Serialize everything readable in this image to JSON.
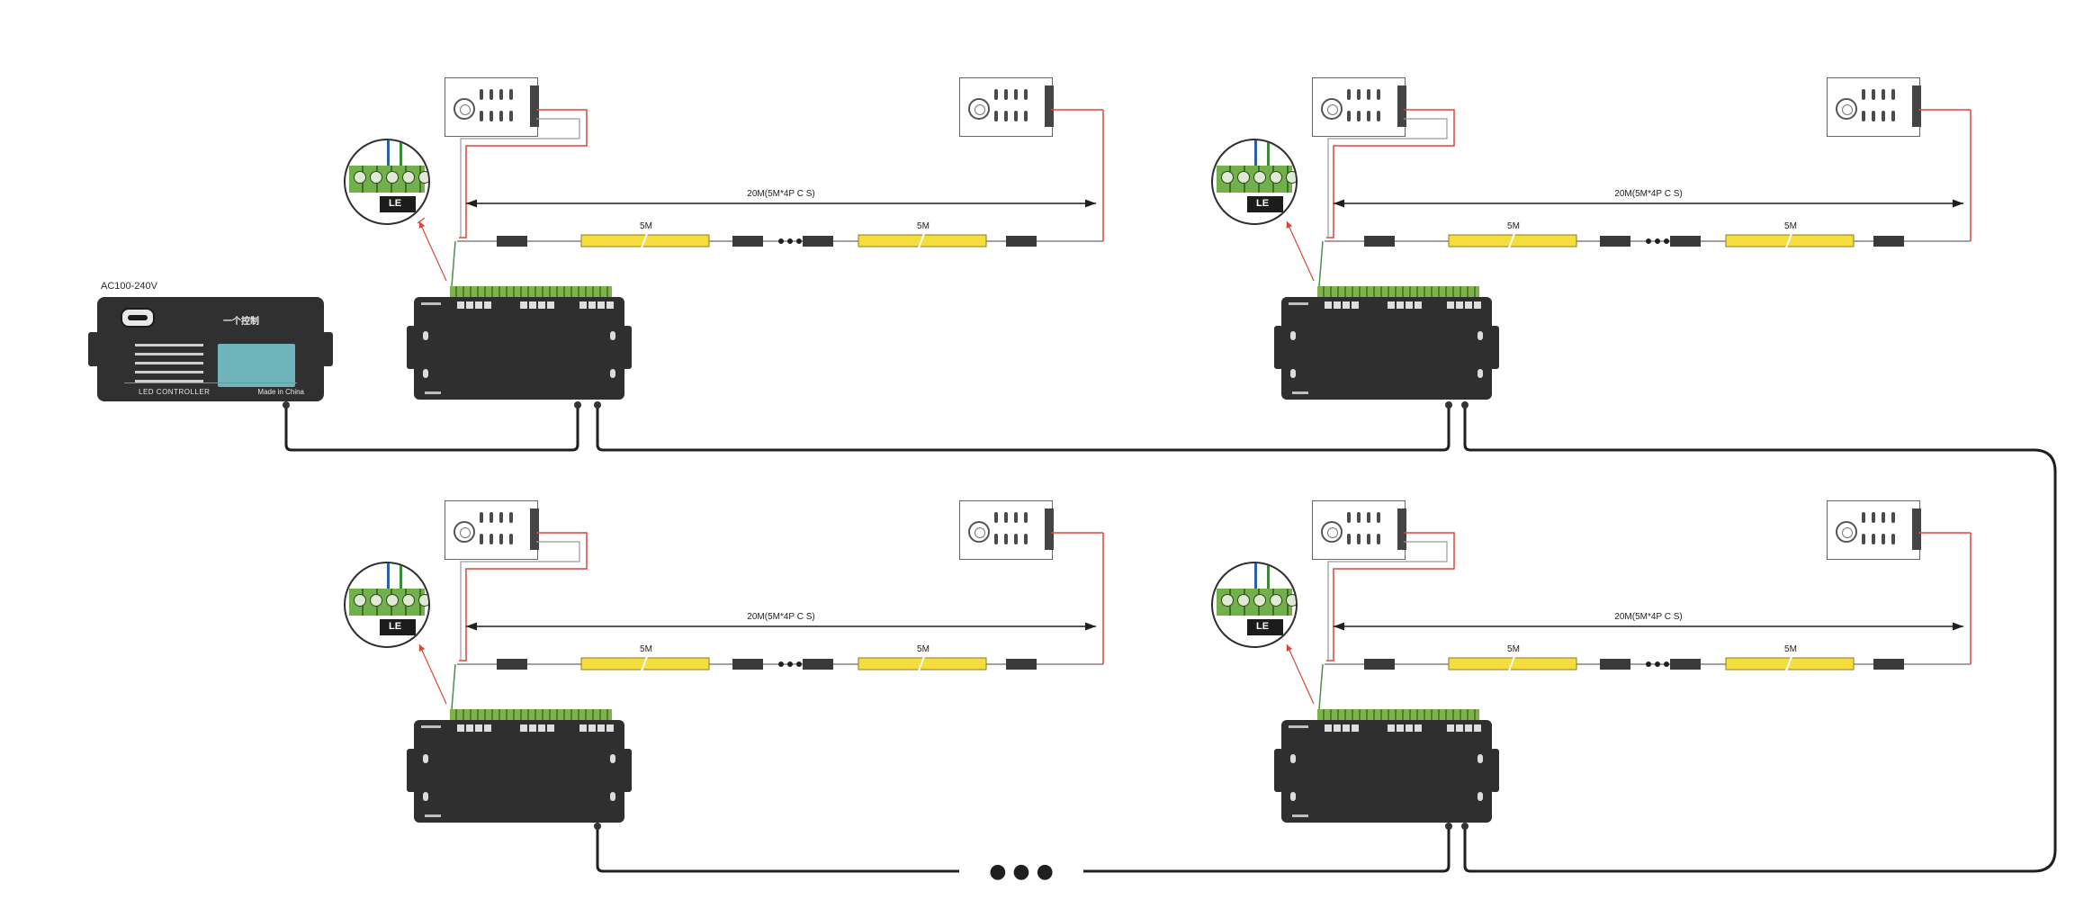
{
  "diagram": {
    "controller": {
      "voltage_label": "AC100-240V",
      "brand_text": "一个控制",
      "footer_left": "LED CONTROLLER",
      "footer_right": "Made in China"
    },
    "strip_length_label": "20M(5M*4P C S)",
    "segment_label": "5M",
    "magnifier_badge": "LE",
    "ellipsis": "● ● ●"
  },
  "colors": {
    "strip": "#f4dd3c",
    "device_body": "#303030",
    "terminal_green": "#6fae47",
    "signal_wire": "#d8473a",
    "cable": "#1f1f1f",
    "screen": "#6fb4ba"
  }
}
